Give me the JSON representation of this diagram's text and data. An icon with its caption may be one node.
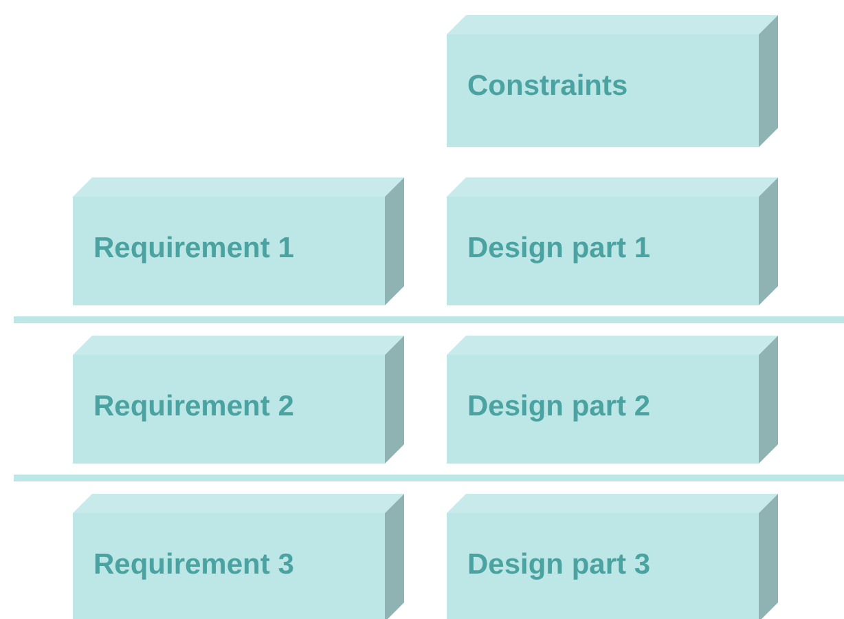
{
  "diagram": {
    "nodes": [
      {
        "text": [
          "Constraints"
        ]
      },
      {
        "text": [
          "Requirement 1"
        ]
      },
      {
        "text": [
          "Design part 1"
        ]
      },
      {
        "text": [
          "Requirement 2"
        ]
      },
      {
        "text": [
          "Design part 2"
        ]
      },
      {
        "text": [
          "Requirement 3"
        ]
      },
      {
        "text": [
          "Design part 3"
        ]
      }
    ]
  }
}
